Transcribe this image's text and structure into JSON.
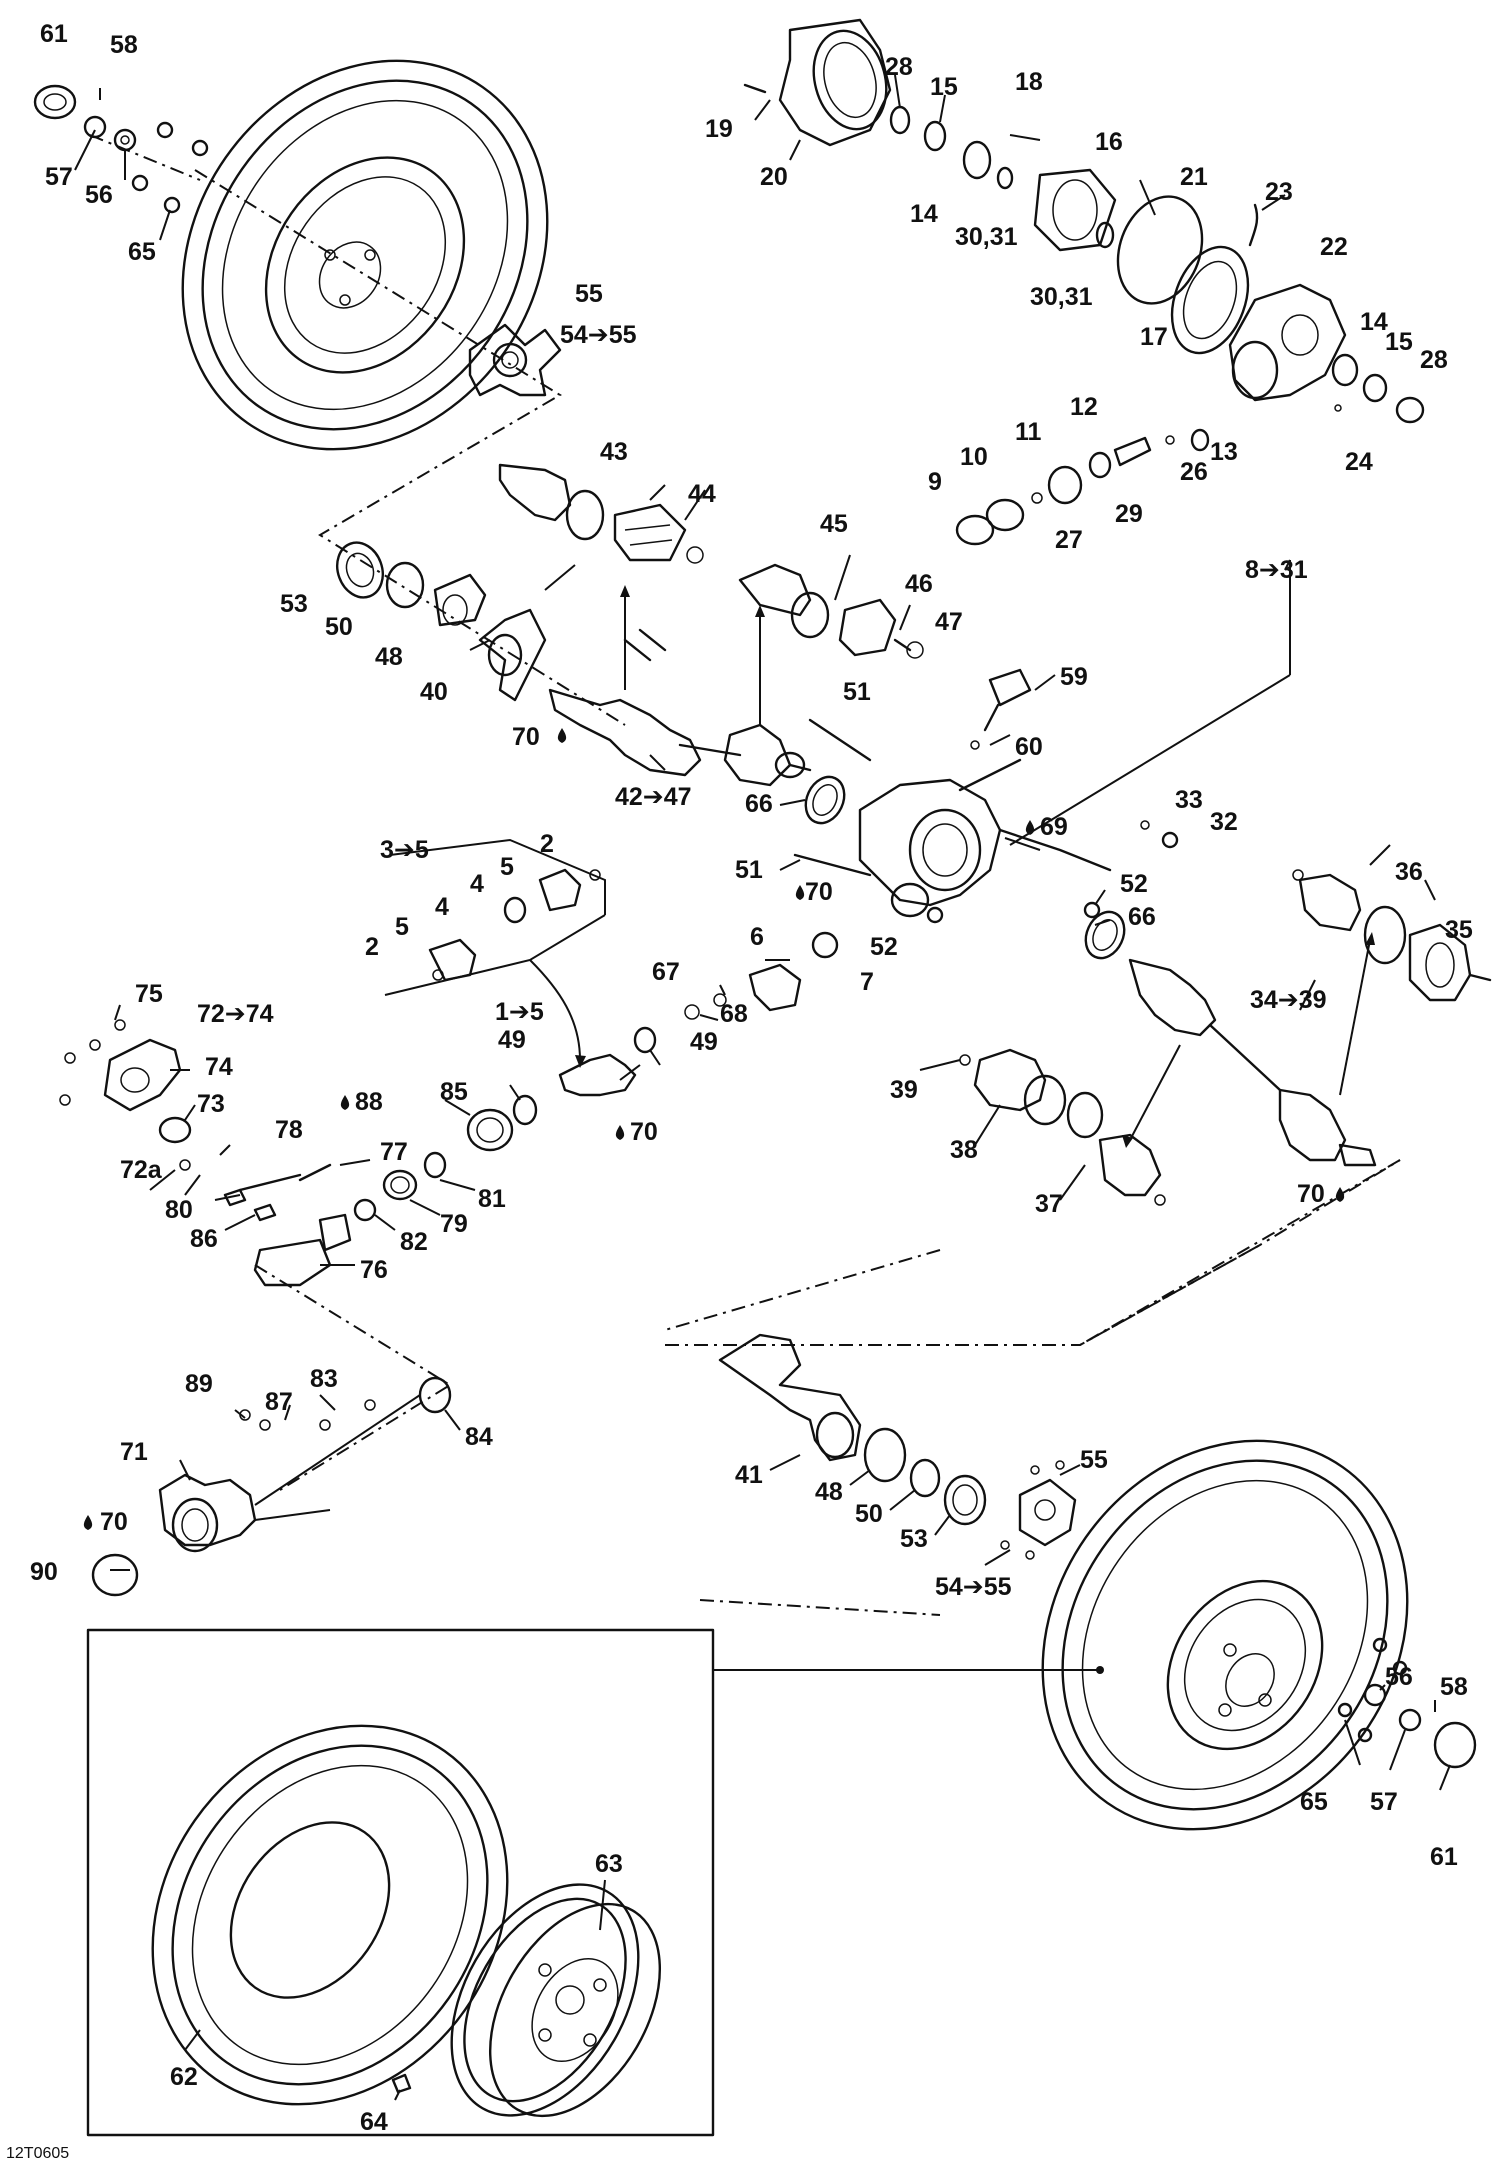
{
  "figure_code": "12T0605",
  "callouts": {
    "c61a": "61",
    "c58a": "58",
    "c57a": "57",
    "c56a": "56",
    "c65a": "65",
    "c55a": "55",
    "c5455a": "54➔55",
    "c19": "19",
    "c20": "20",
    "c28a": "28",
    "c15a": "15",
    "c18": "18",
    "c16": "16",
    "c14a": "14",
    "c3031a": "30,31",
    "c21": "21",
    "c23": "23",
    "c3031b": "30,31",
    "c22": "22",
    "c17": "17",
    "c14b": "14",
    "c15b": "15",
    "c28b": "28",
    "c24": "24",
    "c12": "12",
    "c11": "11",
    "c10": "10",
    "c9": "9",
    "c26": "26",
    "c13": "13",
    "c29": "29",
    "c27": "27",
    "c43": "43",
    "c44": "44",
    "c45": "45",
    "c46": "46",
    "c47": "47",
    "c53a": "53",
    "c50a": "50",
    "c48a": "48",
    "c40": "40",
    "c70a": "70",
    "c4247": "42➔47",
    "c66a": "66",
    "c51a": "51",
    "c59": "59",
    "c60": "60",
    "c831": "8➔31",
    "c69": "69",
    "c33": "33",
    "c32": "32",
    "c51b": "51",
    "c52a": "52",
    "c52b": "52",
    "c66b": "66",
    "c70b": "70",
    "c35": "35",
    "c36": "36",
    "c3439": "34➔39",
    "c35r": "3➔5",
    "c2a": "2",
    "c5a": "5",
    "c4a": "4",
    "c4b": "4",
    "c5b": "5",
    "c2b": "2",
    "c6": "6",
    "c7": "7",
    "c67": "67",
    "c68": "68",
    "c49a": "49",
    "c49b": "49",
    "c15r": "1➔5",
    "c70c": "70",
    "c75": "75",
    "c7274": "72➔74",
    "c74": "74",
    "c73": "73",
    "c72a": "72a",
    "c88": "88",
    "c78": "78",
    "c77": "77",
    "c85": "85",
    "c80": "80",
    "c86": "86",
    "c81": "81",
    "c79": "79",
    "c82": "82",
    "c76": "76",
    "c39": "39",
    "c38": "38",
    "c37": "37",
    "c70d": "70",
    "c89": "89",
    "c83": "83",
    "c87": "87",
    "c71": "71",
    "c84": "84",
    "c70e": "70",
    "c90": "90",
    "c41": "41",
    "c48b": "48",
    "c50b": "50",
    "c53b": "53",
    "c55b": "55",
    "c5455b": "54➔55",
    "c56b": "56",
    "c58b": "58",
    "c65b": "65",
    "c57b": "57",
    "c61b": "61",
    "c63": "63",
    "c62": "62",
    "c64": "64"
  }
}
